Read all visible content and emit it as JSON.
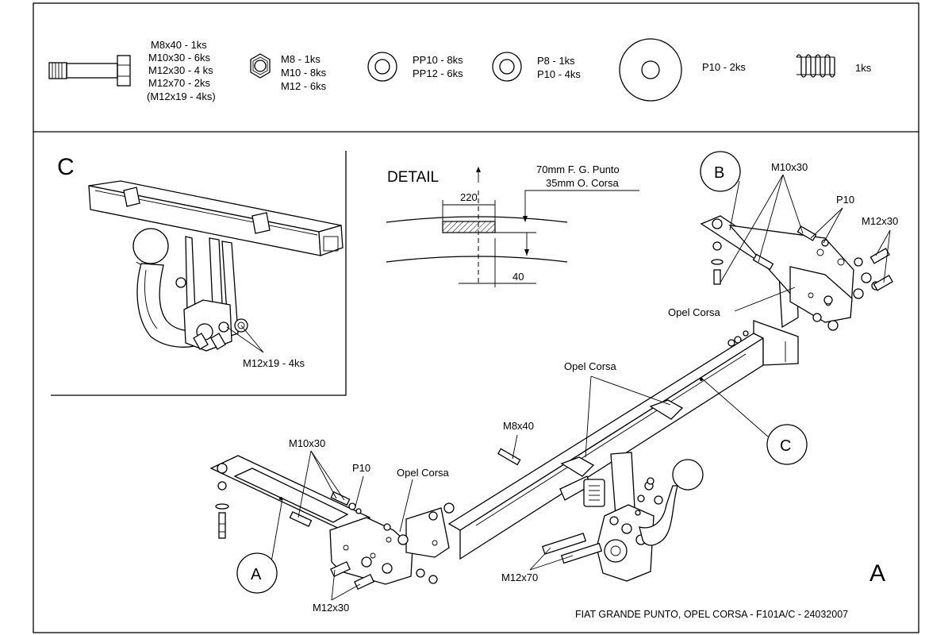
{
  "parts": {
    "bolt_list": [
      "M8x40 - 1ks",
      "M10x30 - 6ks",
      "M12x30 - 4 ks",
      "M12x70 - 2ks",
      "(M12x19 - 4ks)"
    ],
    "nut_list": [
      "M8 - 1ks",
      "M10 - 8ks",
      "M12 - 6ks"
    ],
    "pp_washer_list": [
      "PP10 - 8ks",
      "PP12 - 6ks"
    ],
    "spring_washer_list": [
      "P8 - 1ks",
      "P10 - 4ks"
    ],
    "large_washer": "P10  - 2ks",
    "spring": "1ks"
  },
  "detail_c": {
    "letter": "C",
    "bolt_label": "M12x19 - 4ks"
  },
  "detail": {
    "title": "DETAIL",
    "note_line1": "70mm F. G. Punto",
    "note_line2": "35mm O. Corsa",
    "dim_220": "220",
    "dim_40": "40"
  },
  "callouts": {
    "a": "A",
    "b": "B",
    "c": "C",
    "corner_a": "A"
  },
  "labels": {
    "m10x30_b": "M10x30",
    "p10_b": "P10",
    "m12x30_b": "M12x30",
    "opel_corsa_b": "Opel Corsa",
    "opel_corsa_mid": "Opel Corsa",
    "m8x40": "M8x40",
    "m10x30_a": "M10x30",
    "p10_a": "P10",
    "opel_corsa_a": "Opel Corsa",
    "m12x30_a": "M12x30",
    "m12x70": "M12x70"
  },
  "footer": "FIAT GRANDE PUNTO, OPEL CORSA  - F101A/C - 24032007"
}
